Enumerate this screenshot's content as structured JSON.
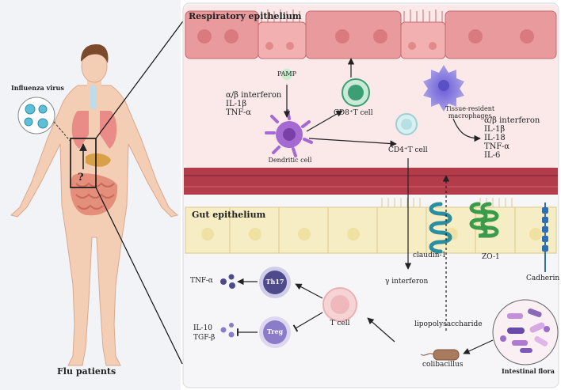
{
  "left_panel": {
    "virus_label": "Influenza virus",
    "question_mark": "?",
    "caption": "Flu patients"
  },
  "respiratory": {
    "title": "Respiratory epithelium",
    "pamp": "PAMP",
    "dc_cytokines": [
      "α/β interferon",
      "IL-1β",
      "TNF-α"
    ],
    "dendritic_cell": "Dendritic cell",
    "cd8_cell": "CD8⁺T cell",
    "cd4_cell": "CD4⁺T cell",
    "macrophages": [
      "Tissue-resident",
      "macrophages"
    ],
    "macrophage_cytokines": [
      "α/β interferon",
      "IL-1β",
      "IL-18",
      "TNF-α",
      "IL-6"
    ]
  },
  "gut": {
    "title": "Gut epithelium",
    "claudin": "claudin-1",
    "zo1": "ZO-1",
    "cadherin": "Cadherin",
    "gamma_interferon": "γ interferon",
    "th17": "Th17",
    "treg": "Treg",
    "t_cell": "T cell",
    "tnf_alpha": "TNF-α",
    "il10": "IL-10",
    "tgf_beta": "TGF-β",
    "lps": "lipopolysaccharide",
    "colibacillus": "colibacillus",
    "flora": "Intestinal flora"
  },
  "colors": {
    "resp_bg": "#fbe9ea",
    "resp_cell": "#e99a9c",
    "vessel": "#b23c4a",
    "gut_cell": "#f6edc4",
    "dendritic": "#a56ad1",
    "cd8": "#3e9e73",
    "th17": "#4e4b8c",
    "treg": "#8a7cc9"
  }
}
